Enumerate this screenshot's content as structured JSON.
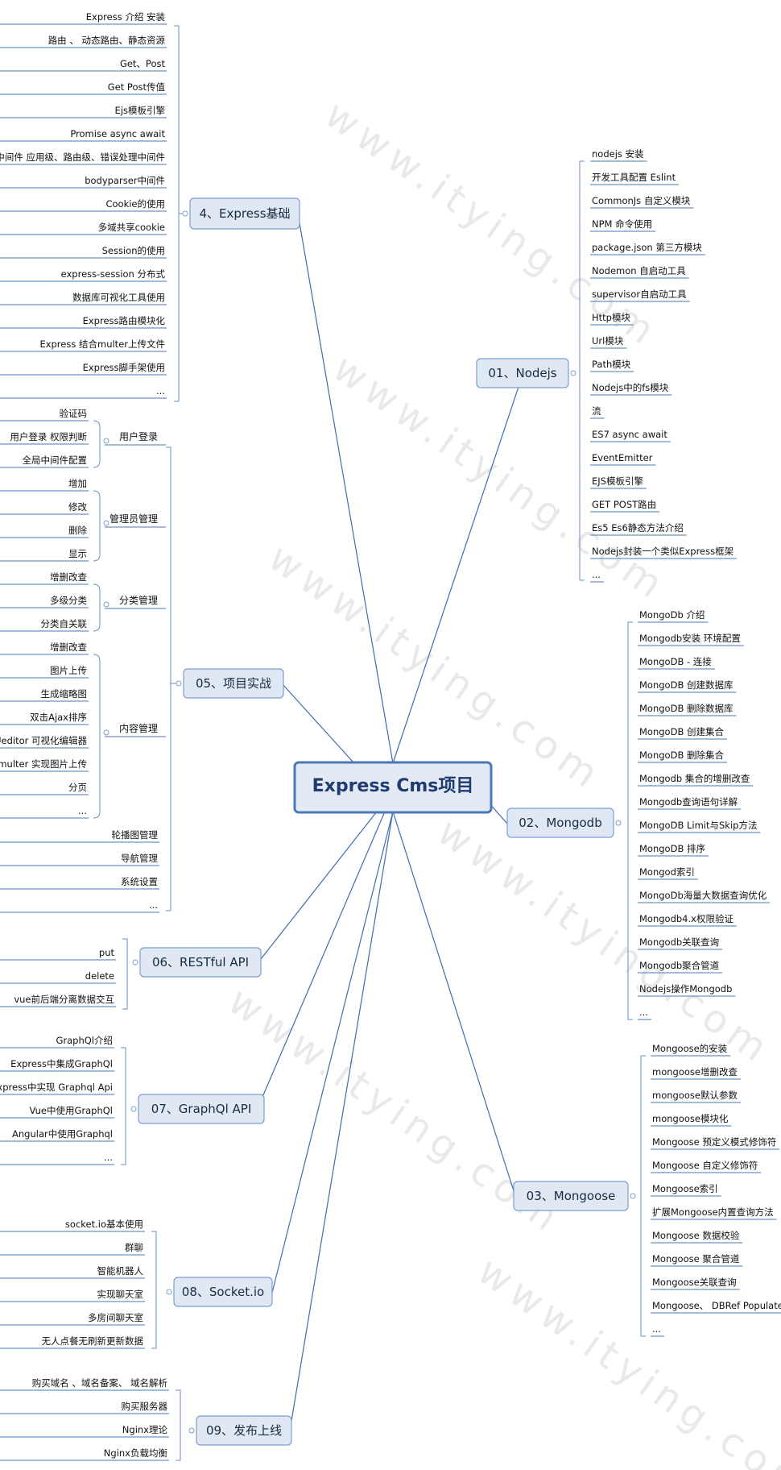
{
  "watermark": "www.itying.com",
  "central": "Express Cms项目",
  "branches": {
    "express": {
      "label": "4、Express基础",
      "items": [
        "Express 介绍 安装",
        "路由 、 动态路由、静态资源",
        "Get、Post",
        "Get Post传值",
        "Ejs模板引擎",
        "Promise async await",
        "中间件 应用级、路由级、错误处理中间件",
        "bodyparser中间件",
        "Cookie的使用",
        "多域共享cookie",
        "Session的使用",
        "express-session 分布式",
        "数据库可视化工具使用",
        "Express路由模块化",
        "Express 结合multer上传文件",
        "Express脚手架使用",
        "..."
      ]
    },
    "project": {
      "label": "05、项目实战",
      "groups": [
        {
          "label": "用户登录",
          "items": [
            "验证码",
            "用户登录 权限判断",
            "全局中间件配置"
          ]
        },
        {
          "label": "管理员管理",
          "items": [
            "增加",
            "修改",
            "删除",
            "显示"
          ]
        },
        {
          "label": "分类管理",
          "items": [
            "增删改查",
            "多级分类",
            "分类自关联"
          ]
        },
        {
          "label": "内容管理",
          "items": [
            "增删改查",
            "图片上传",
            "生成缩略图",
            "双击Ajax排序",
            "Ueditor 可视化编辑器",
            "multer 实现图片上传",
            "分页",
            "..."
          ]
        }
      ],
      "items": [
        "轮播图管理",
        "导航管理",
        "系统设置",
        "..."
      ]
    },
    "restful": {
      "label": "06、RESTful API",
      "items": [
        "put",
        "delete",
        "vue前后端分离数据交互"
      ]
    },
    "graphql": {
      "label": "07、GraphQl API",
      "items": [
        "GraphQl介绍",
        "Express中集成GraphQl",
        "Express中实现 Graphql Api",
        "Vue中使用GraphQl",
        "Angular中使用Graphql",
        "..."
      ]
    },
    "socket": {
      "label": "08、Socket.io",
      "items": [
        "socket.io基本使用",
        "群聊",
        "智能机器人",
        "实现聊天室",
        "多房间聊天室",
        "无人点餐无刷新更新数据"
      ]
    },
    "deploy": {
      "label": "09、发布上线",
      "items": [
        "购买域名 、域名备案、 域名解析",
        "购买服务器",
        "Nginx理论",
        "Nginx负载均衡"
      ]
    },
    "nodejs": {
      "label": "01、Nodejs",
      "items": [
        "nodejs 安装",
        "开发工具配置 Eslint",
        "CommonJs  自定义模块",
        " NPM 命令使用",
        "package.json 第三方模块",
        "Nodemon 自启动工具",
        " supervisor自启动工具",
        " Http模块",
        "Url模块",
        " Path模块",
        "Nodejs中的fs模块",
        " 流",
        "ES7 async await",
        "EventEmitter",
        "EJS模板引擎",
        " GET POST路由",
        "Es5 Es6静态方法介绍",
        "Nodejs封装一个类似Express框架",
        "..."
      ]
    },
    "mongodb": {
      "label": "02、Mongodb",
      "items": [
        "MongoDb 介绍",
        "Mongodb安装 环境配置",
        "MongoDB - 连接",
        "MongoDB 创建数据库",
        "MongoDB 删除数据库",
        "MongoDB 创建集合",
        "MongoDB 删除集合",
        "Mongodb 集合的增删改查",
        "Mongodb查询语句详解",
        "MongoDB Limit与Skip方法",
        "MongoDB 排序",
        "Mongod索引",
        "MongoDb海量大数据查询优化",
        "Mongodb4.x权限验证",
        "Mongodb关联查询",
        "Mongodb聚合管道",
        "Nodejs操作Mongodb",
        "..."
      ]
    },
    "mongoose": {
      "label": "03、Mongoose",
      "items": [
        "Mongoose的安装",
        "mongoose增删改查",
        "mongoose默认参数",
        "mongoose模块化",
        "Mongoose 预定义模式修饰符",
        "Mongoose  自定义修饰符",
        "Mongoose索引",
        "扩展Mongoose内置查询方法",
        "Mongoose 数据校验",
        "Mongoose 聚合管道",
        "Mongoose关联查询",
        "Mongoose、 DBRef  Populate",
        "..."
      ]
    }
  }
}
